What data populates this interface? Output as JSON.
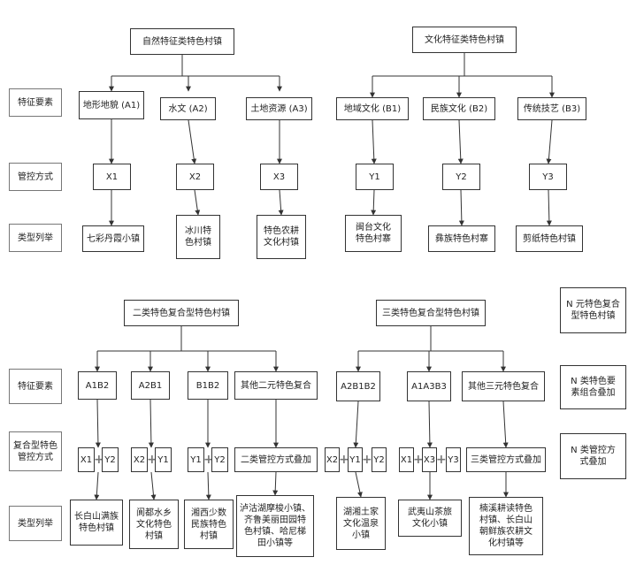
{
  "row_labels": {
    "top_feature": "特征要素",
    "top_control": "管控方式",
    "top_examples": "类型列举",
    "bot_feature": "特征要素",
    "bot_control": "复合型特色\n管控方式",
    "bot_examples": "类型列举"
  },
  "natural": {
    "root": "自然特征类特色村镇",
    "features": [
      "地形地貌 (A1)",
      "水文 (A2)",
      "土地资源 (A3)"
    ],
    "controls": [
      "X1",
      "X2",
      "X3"
    ],
    "examples": [
      "七彩丹霞小镇",
      "冰川特\n色村镇",
      "特色农耕\n文化村镇"
    ]
  },
  "cultural": {
    "root": "文化特征类特色村镇",
    "features": [
      "地域文化 (B1)",
      "民族文化 (B2)",
      "传统技艺 (B3)"
    ],
    "controls": [
      "Y1",
      "Y2",
      "Y3"
    ],
    "examples": [
      "闽台文化\n特色村寨",
      "彝族特色村寨",
      "剪纸特色村镇"
    ]
  },
  "two_class": {
    "root": "二类特色复合型特色村镇",
    "features": [
      "A1B2",
      "A2B1",
      "B1B2",
      "其他二元特色复合"
    ],
    "combos": [
      [
        "X1",
        "Y2"
      ],
      [
        "X2",
        "Y1"
      ],
      [
        "Y1",
        "Y2"
      ]
    ],
    "other_control": "二类管控方式叠加",
    "examples": [
      "长白山满族\n特色村镇",
      "阆都水乡\n文化特色\n村镇",
      "湘西少数\n民族特色\n村镇",
      "泸沽湖摩梭小镇、\n齐鲁美丽田园特\n色村镇、哈尼梯\n田小镇等"
    ]
  },
  "three_class": {
    "root": "三类特色复合型特色村镇",
    "features": [
      "A2B1B2",
      "A1A3B3",
      "其他三元特色复合"
    ],
    "combos": [
      [
        "X2",
        "Y1",
        "Y2"
      ],
      [
        "X1",
        "X3",
        "Y3"
      ]
    ],
    "other_control": "三类管控方式叠加",
    "examples": [
      "湖湘土家\n文化温泉\n小镇",
      "武夷山茶旅\n文化小镇",
      "楠溪耕读特色\n村镇、长白山\n朝鲜族农耕文\n化村镇等"
    ]
  },
  "n_class": {
    "root": "N 元特色复合\n型特色村镇",
    "feature": "N 类特色要\n素组合叠加",
    "control": "N 类管控方\n式叠加"
  }
}
